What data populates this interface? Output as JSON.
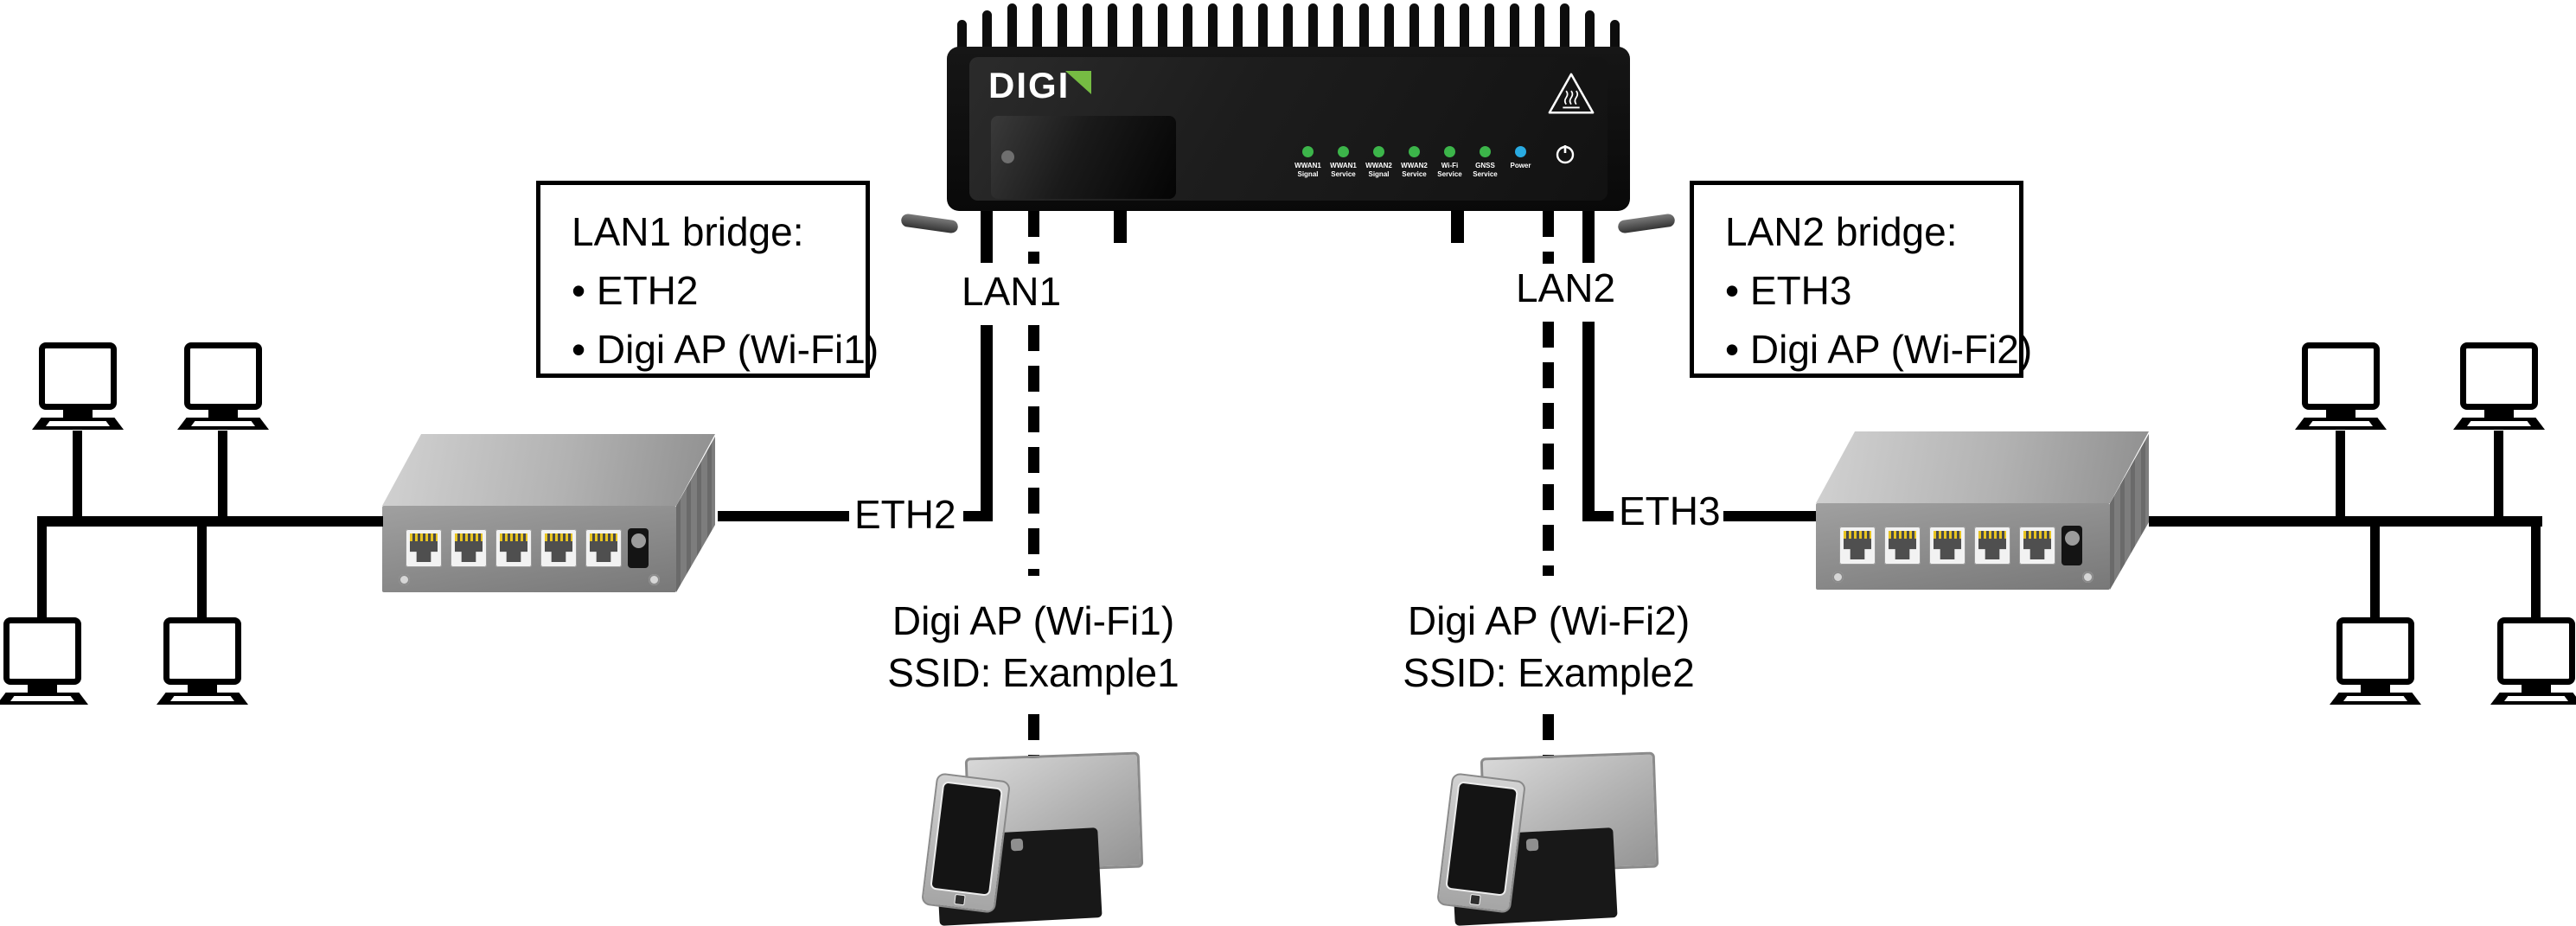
{
  "router": {
    "brand": "DIGI",
    "leds": [
      {
        "color": "#3cb54a",
        "line1": "WWAN1",
        "line2": "Signal"
      },
      {
        "color": "#3cb54a",
        "line1": "WWAN1",
        "line2": "Service"
      },
      {
        "color": "#3cb54a",
        "line1": "WWAN2",
        "line2": "Signal"
      },
      {
        "color": "#3cb54a",
        "line1": "WWAN2",
        "line2": "Service"
      },
      {
        "color": "#3cb54a",
        "line1": "Wi-Fi",
        "line2": "Service"
      },
      {
        "color": "#3cb54a",
        "line1": "GNSS",
        "line2": "Service"
      },
      {
        "color": "#29abe2",
        "line1": "Power",
        "line2": ""
      }
    ]
  },
  "annotations": {
    "lan1": "LAN1",
    "lan2": "LAN2",
    "eth2": "ETH2",
    "eth3": "ETH3",
    "lan1_box": {
      "title": "LAN1 bridge:",
      "item1": "• ETH2",
      "item2": "• Digi AP (Wi-Fi1)"
    },
    "lan2_box": {
      "title": "LAN2 bridge:",
      "item1": "• ETH3",
      "item2": "• Digi AP (Wi-Fi2)"
    },
    "wifi1": {
      "line1": "Digi AP (Wi-Fi1)",
      "line2": "SSID: Example1"
    },
    "wifi2": {
      "line1": "Digi AP (Wi-Fi2)",
      "line2": "SSID: Example2"
    }
  },
  "colors": {
    "led_green": "#3cb54a",
    "led_blue": "#29abe2",
    "logo_green": "#76bc43",
    "line": "#000000"
  }
}
